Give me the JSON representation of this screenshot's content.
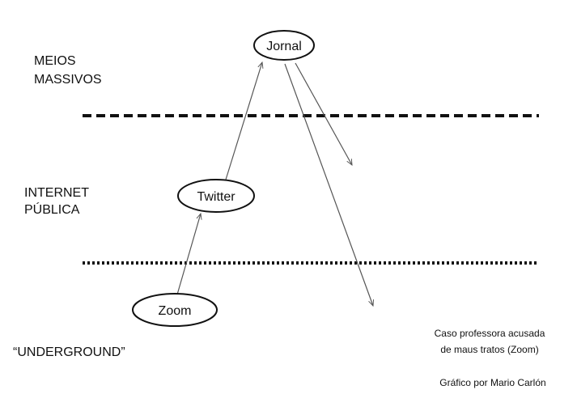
{
  "levels": {
    "massivos": [
      "MEIOS",
      "MASSIVOS"
    ],
    "internet": [
      "INTERNET",
      "PÚBLICA"
    ],
    "underground": "“UNDERGROUND”"
  },
  "nodes": {
    "jornal": "Jornal",
    "twitter": "Twitter",
    "zoom": "Zoom"
  },
  "caption": {
    "line1": "Caso professora acusada",
    "line2": "de maus tratos (Zoom)",
    "credit": "Gráfico por Mario Carlón"
  },
  "colors": {
    "line": "#111111",
    "arrow": "#555555"
  }
}
